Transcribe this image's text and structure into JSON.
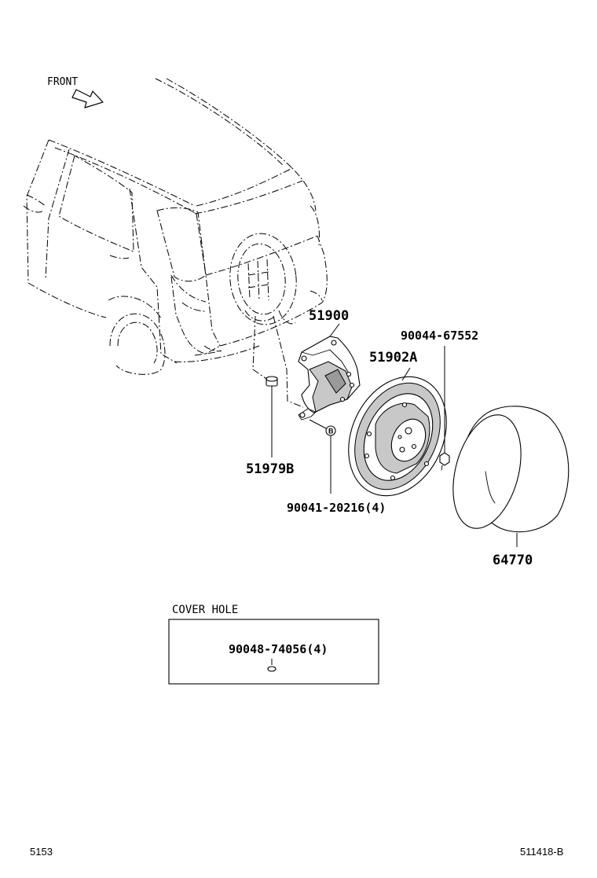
{
  "diagram": {
    "front_label": "FRONT",
    "parts": [
      {
        "id": "p51900",
        "label": "51900"
      },
      {
        "id": "p51902A",
        "label": "51902A"
      },
      {
        "id": "p90044",
        "label": "90044-67552"
      },
      {
        "id": "p51979B",
        "label": "51979B"
      },
      {
        "id": "p90041",
        "label": "90041-20216(4)"
      },
      {
        "id": "p64770",
        "label": "64770"
      }
    ],
    "callout_marker": "B",
    "cover_hole": {
      "title": "COVER HOLE",
      "part_label": "90048-74056(4)"
    },
    "footer": {
      "left_code": "5153",
      "right_code": "511418-B"
    }
  }
}
